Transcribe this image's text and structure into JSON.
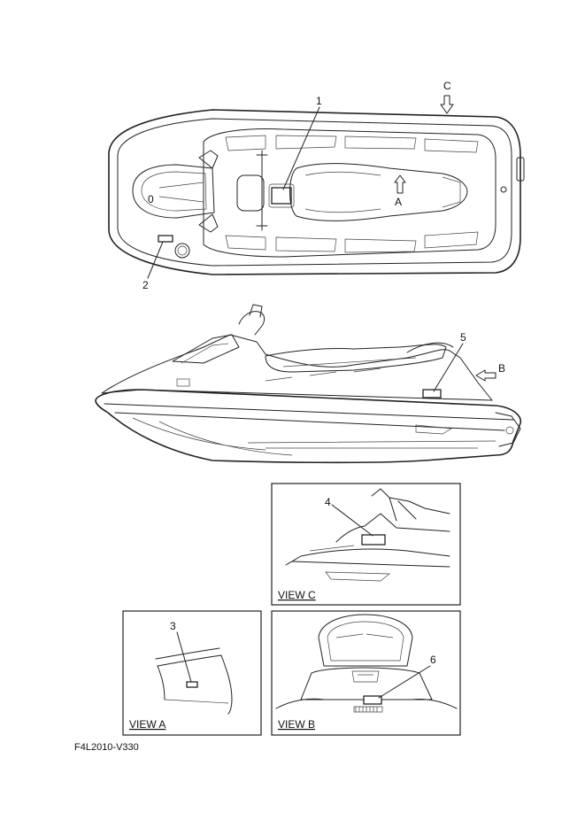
{
  "callouts": {
    "c1": "1",
    "c2": "2",
    "c3": "3",
    "c4": "4",
    "c5": "5",
    "c6": "6"
  },
  "view_arrows": {
    "a": "A",
    "b": "B",
    "c": "C"
  },
  "seat_marking": "0",
  "views": {
    "view_c": "VIEW C",
    "view_a": "VIEW A",
    "view_b": "VIEW B"
  },
  "figure_code": "F4L2010-V330"
}
